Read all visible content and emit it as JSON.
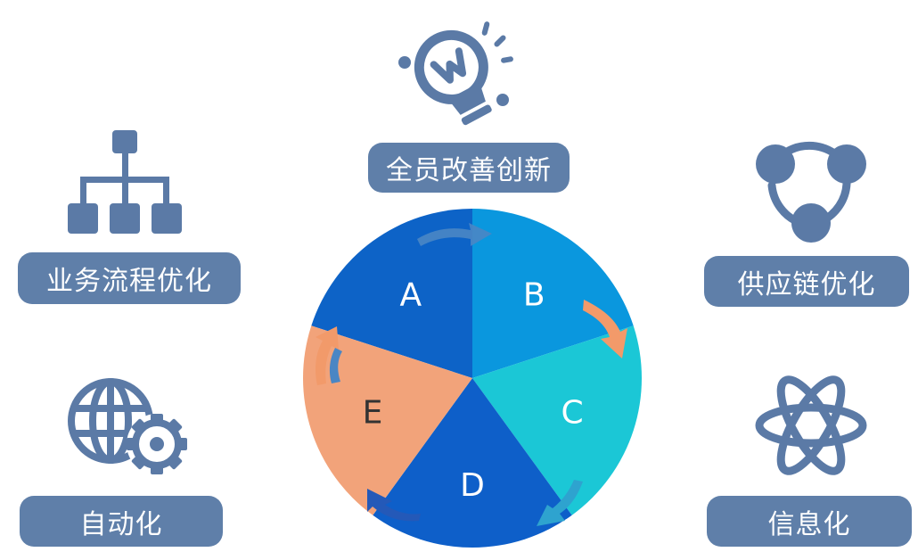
{
  "labels": {
    "top": "全员改善创新",
    "left_top": "业务流程优化",
    "right_top": "供应链优化",
    "left_bottom": "自动化",
    "right_bottom": "信息化"
  },
  "wheel": {
    "segments": [
      {
        "letter": "A",
        "color": "#0d63c7"
      },
      {
        "letter": "B",
        "color": "#0a97de"
      },
      {
        "letter": "C",
        "color": "#1bc7d6"
      },
      {
        "letter": "D",
        "color": "#0e5fc9"
      },
      {
        "letter": "E",
        "color": "#f2a37a"
      }
    ]
  },
  "icons": [
    "lightbulb-icon",
    "org-chart-icon",
    "share-nodes-icon",
    "globe-gear-icon",
    "atom-icon"
  ],
  "colors": {
    "pill": "#5f7fa9",
    "icon": "#5b7aa6",
    "arrow_orange": "#f29a6a",
    "arrow_blue": "#4a86c4"
  }
}
